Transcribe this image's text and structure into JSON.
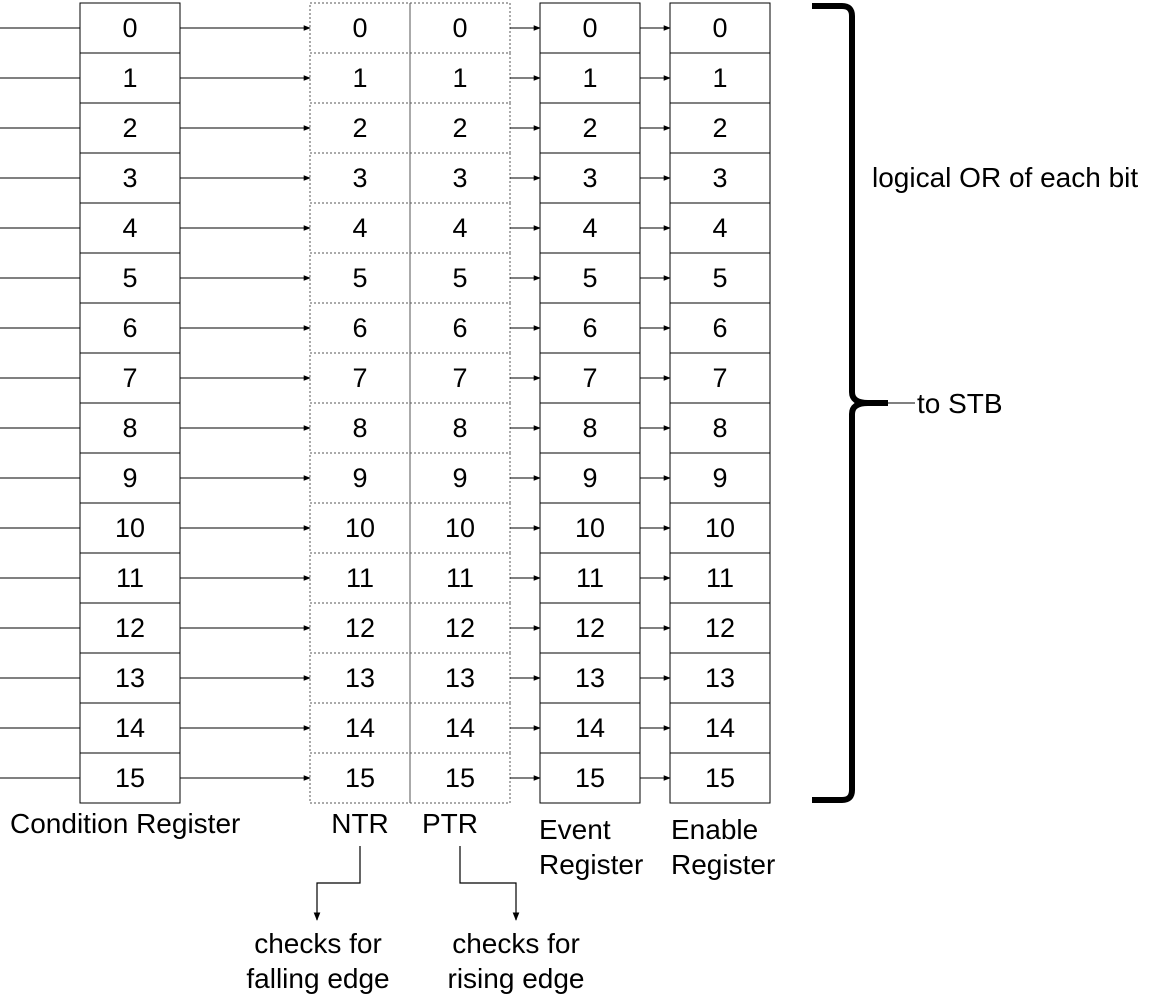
{
  "registers": [
    {
      "id": "condition",
      "label": "Condition Register",
      "border": "solid"
    },
    {
      "id": "ntr",
      "label": "NTR",
      "border": "dashed"
    },
    {
      "id": "ptr",
      "label": "PTR",
      "border": "dashed"
    },
    {
      "id": "event",
      "label": "Event Register",
      "label_lines": [
        "Event",
        "Register"
      ],
      "border": "solid"
    },
    {
      "id": "enable",
      "label": "Enable Register",
      "label_lines": [
        "Enable",
        "Register"
      ],
      "border": "solid"
    }
  ],
  "bits": [
    "0",
    "1",
    "2",
    "3",
    "4",
    "5",
    "6",
    "7",
    "8",
    "9",
    "10",
    "11",
    "12",
    "13",
    "14",
    "15"
  ],
  "annotations": {
    "or_label": "logical OR of each bit",
    "stb_label": "to STB",
    "ntr_note": [
      "checks for",
      "falling edge"
    ],
    "ptr_note": [
      "checks for",
      "rising edge"
    ]
  },
  "colors": {
    "line": "#000000",
    "dashed": "#555555",
    "background": "#ffffff"
  }
}
